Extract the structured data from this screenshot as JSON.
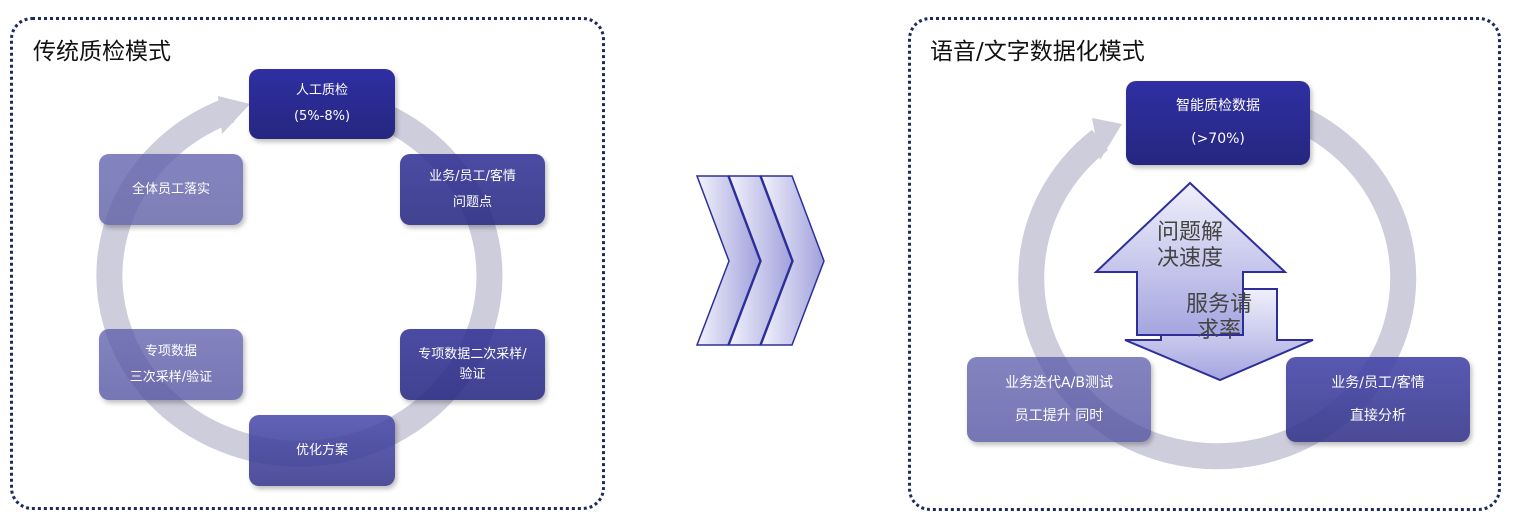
{
  "left_panel": {
    "title": "传统质检模式",
    "boxes": [
      {
        "lines": [
          "人工质检",
          "(5%-8%)"
        ]
      },
      {
        "lines": [
          "业务/员工/客情",
          "问题点"
        ]
      },
      {
        "lines": [
          "专项数据二次采样/",
          "验证"
        ]
      },
      {
        "lines": [
          "优化方案"
        ]
      },
      {
        "lines": [
          "专项数据",
          "三次采样/验证"
        ]
      },
      {
        "lines": [
          "全体员工落实"
        ]
      }
    ]
  },
  "right_panel": {
    "title": "语音/文字数据化模式",
    "boxes": [
      {
        "lines": [
          "智能质检数据",
          "(>70%)"
        ]
      },
      {
        "lines": [
          "业务/员工/客情",
          "直接分析"
        ]
      },
      {
        "lines": [
          "业务迭代A/B测试",
          "员工提升 同时"
        ]
      }
    ],
    "up_arrow": {
      "lines": [
        "问题解",
        "决速度"
      ]
    },
    "down_arrow": {
      "lines": [
        "服务请",
        "求率"
      ]
    }
  },
  "colors": {
    "border": "#1c2a5e",
    "box_dark": "#2a2a90",
    "ring": "#cdcddc",
    "arrow_stroke": "#2e2e9a"
  }
}
